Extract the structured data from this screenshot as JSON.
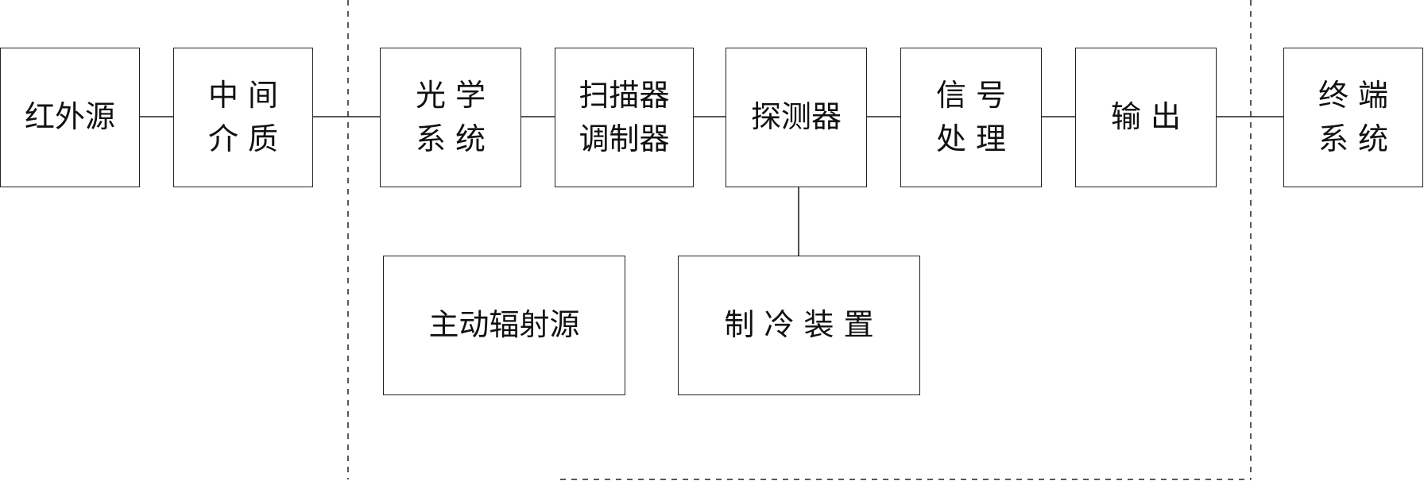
{
  "diagram": {
    "title": "",
    "nodes": {
      "infrared_source": {
        "label": "红外源"
      },
      "intermediate_medium": {
        "label": "中 间\n介 质"
      },
      "optical_system": {
        "label": "光 学\n系 统"
      },
      "scanner_modulator": {
        "label": "扫描器\n调制器"
      },
      "detector": {
        "label": "探测器"
      },
      "signal_processing": {
        "label": "信 号\n处 理"
      },
      "output": {
        "label": "输 出"
      },
      "terminal_system": {
        "label": "终 端\n系 统"
      },
      "active_radiation_source": {
        "label": "主动辐射源"
      },
      "cooling_device": {
        "label": "制 冷 装 置"
      }
    },
    "edges": [
      {
        "from": "infrared_source",
        "to": "intermediate_medium",
        "style": "solid"
      },
      {
        "from": "intermediate_medium",
        "to": "optical_system",
        "style": "solid"
      },
      {
        "from": "optical_system",
        "to": "scanner_modulator",
        "style": "solid"
      },
      {
        "from": "scanner_modulator",
        "to": "detector",
        "style": "solid"
      },
      {
        "from": "detector",
        "to": "signal_processing",
        "style": "solid"
      },
      {
        "from": "signal_processing",
        "to": "output",
        "style": "solid"
      },
      {
        "from": "output",
        "to": "terminal_system",
        "style": "solid"
      },
      {
        "from": "detector",
        "to": "cooling_device",
        "style": "solid"
      }
    ],
    "groups": [
      {
        "name": "system-boundary",
        "style": "dashed",
        "members": [
          "optical_system",
          "scanner_modulator",
          "detector",
          "signal_processing",
          "output",
          "active_radiation_source",
          "cooling_device"
        ]
      }
    ],
    "colors": {
      "line": "#222222",
      "background": "#ffffff",
      "text": "#111111"
    }
  }
}
